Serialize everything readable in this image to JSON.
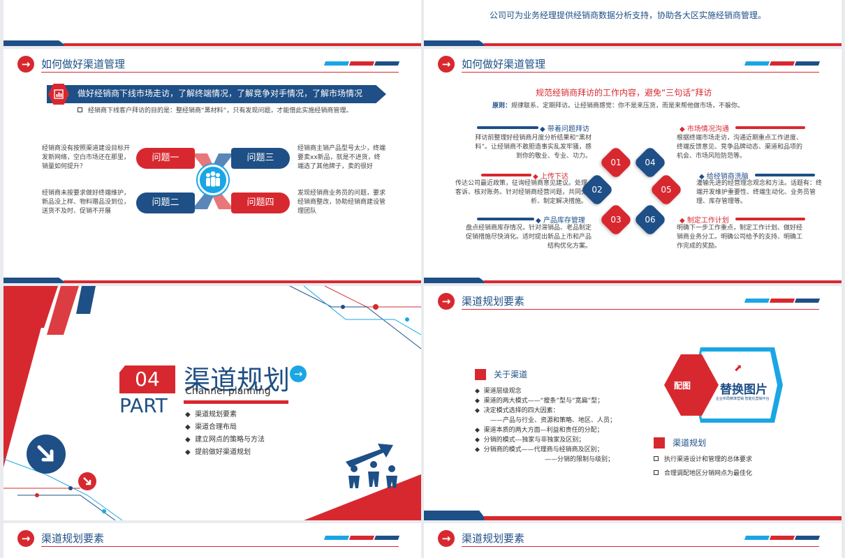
{
  "slide1": {},
  "slide2": {
    "text": "公司可为业务经理提供经销商数据分析支持，协助各大区实施经销商管理。"
  },
  "slide3": {
    "title": "如何做好渠道管理",
    "banner": "做好经销商下线市场走访，了解终端情况，了解竞争对手情况，了解市场情况",
    "note": "经销商下线客户拜访的目的是：整经销商“黑材料”，只有发现问题，才能借此实施经销商管理。",
    "left_top": "经销商没有按照渠道建设目标开发新网络，空白市场还在那里，销量如何提升？",
    "left_bottom": "经销商未按要求做好终端维护，新品没上样、物料赠品没到位，送货不及时、促销不开展",
    "right_top": "经销商主销产品型号太少，终端要卖xx新品，就是不进货，终端选了其他牌子，卖的很好",
    "right_bottom": "发现经销商业务员的问题，要求经销商整改，协助经销商建设管理团队",
    "q1": "问题一",
    "q2": "问题二",
    "q3": "问题三",
    "q4": "问题四"
  },
  "slide4": {
    "title": "如何做好渠道管理",
    "subtitle": "规范经销商拜访的工作内容，避免“三句话”拜访",
    "principle_label": "原则：",
    "principle": "规律联系、定期拜访。让经销商感觉：你不是来压货，而是来帮他做市场，不躲你。",
    "items": [
      {
        "label": "带着问题拜访",
        "text": "拜访前整理好经销商月度分析结果和“黑材料”。让经销商不敢胆造事实乱发牢骚，感到你的敬业、专业、功力。"
      },
      {
        "label": "上传下达",
        "text": "传达公司最近政策，征询经销商意见建议。处理客诉、核对账务。针对经销商经营问题，共同分析、制定解决措施。"
      },
      {
        "label": "产品库存管理",
        "text": "盘点经销商库存情况，针对滞销品、老品制定促销措施尽快消化。适时提出新品上市和产品结构优化方案。"
      },
      {
        "label": "市场情况沟通",
        "text": "根据终端市场走访，沟通近期重点工作进度、终端反馈意见、竞争品牌动态、渠道和品项的机会、市场风险防范等。"
      },
      {
        "label": "给经销商洗脑",
        "text": "灌输先进的经营理念观念和方法。话题有：终端开发维护重要性、终端生动化、业务员管理、库存管理等。"
      },
      {
        "label": "制定工作计划",
        "text": "明确下一步工作重点，制定工作计划、做好经销商业务分工。明确公司给予的支持、明确工作完成的奖励。"
      }
    ],
    "nums": [
      "01",
      "02",
      "03",
      "04",
      "05",
      "06"
    ]
  },
  "slide5": {
    "num": "04",
    "part": "PART",
    "title": "渠道规划",
    "en": "Channel planning",
    "list": [
      "渠道规划要素",
      "渠道合理布局",
      "建立网点的策略与方法",
      "提前做好渠道规划"
    ]
  },
  "slide6": {
    "title": "渠道规划要素",
    "sec1": "关于渠道",
    "sec1_items": [
      "渠道层级观念",
      "渠道的两大模式——“瘦条”型与“宽扁”型；",
      "决定模式选择的四大因素：",
      "——产品与行业、资源和策略、地区、人员；",
      "渠道本质的两大方面—利益和责任的分配；",
      "分销的模式---独家与非独家及区别；",
      "分销商的模式——代理商与经销商及区别；",
      "——分销的限制与级别；"
    ],
    "badge": "配图",
    "img_title": "替换图片",
    "img_sub": "企业布局精准营销 智能化营销平台",
    "sec2": "渠道规划",
    "sec2_items": [
      "执行渠道设计和管理的总体要求",
      "合理调配地区分销网点为最佳化"
    ]
  },
  "slide7": {
    "title": "渠道规划要素"
  },
  "slide8": {
    "title": "渠道规划要素"
  }
}
